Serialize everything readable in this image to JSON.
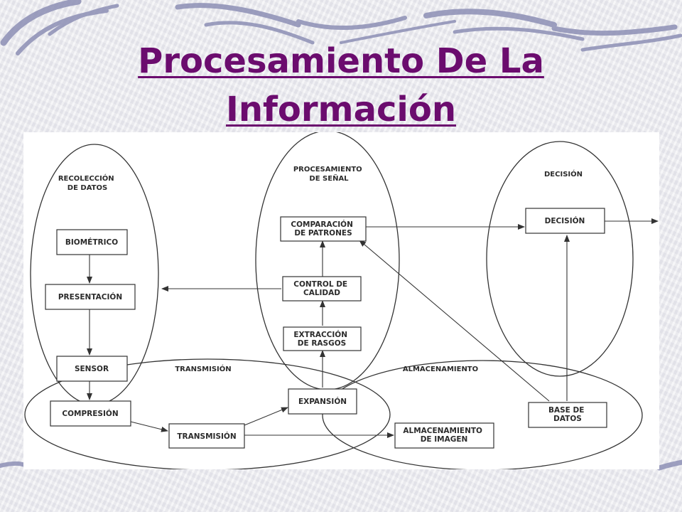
{
  "slide": {
    "title_line1": "Procesamiento De La",
    "title_line2": "Información",
    "title_color": "#6b0c6e",
    "accent_color": "#8d8fb5"
  },
  "diagram": {
    "groups": [
      {
        "id": "recoleccion",
        "label_lines": [
          "RECOLECCIÓN",
          "DE DATOS"
        ]
      },
      {
        "id": "procesamiento",
        "label_lines": [
          "PROCESAMIENTO",
          "DE SEÑAL"
        ]
      },
      {
        "id": "decision",
        "label_lines": [
          "DECISIÓN"
        ]
      },
      {
        "id": "transmision",
        "label_lines": [
          "TRANSMISIÓN"
        ]
      },
      {
        "id": "almacenamiento",
        "label_lines": [
          "ALMACENAMIENTO"
        ]
      }
    ],
    "boxes": [
      {
        "id": "biometrico",
        "lines": [
          "BIOMÉTRICO"
        ]
      },
      {
        "id": "presentacion",
        "lines": [
          "PRESENTACIÓN"
        ]
      },
      {
        "id": "sensor",
        "lines": [
          "SENSOR"
        ]
      },
      {
        "id": "compresion",
        "lines": [
          "COMPRESIÓN"
        ]
      },
      {
        "id": "transmision",
        "lines": [
          "TRANSMISIÓN"
        ]
      },
      {
        "id": "expansion",
        "lines": [
          "EXPANSIÓN"
        ]
      },
      {
        "id": "extraccion",
        "lines": [
          "EXTRACCIÓN",
          "DE RASGOS"
        ]
      },
      {
        "id": "control",
        "lines": [
          "CONTROL DE",
          "CALIDAD"
        ]
      },
      {
        "id": "comparacion",
        "lines": [
          "COMPARACIÓN",
          "DE PATRONES"
        ]
      },
      {
        "id": "decision",
        "lines": [
          "DECISIÓN"
        ]
      },
      {
        "id": "base",
        "lines": [
          "BASE DE",
          "DATOS"
        ]
      },
      {
        "id": "almacenamiento_imagen",
        "lines": [
          "ALMACENAMIENTO",
          "DE IMAGEN"
        ]
      }
    ]
  }
}
